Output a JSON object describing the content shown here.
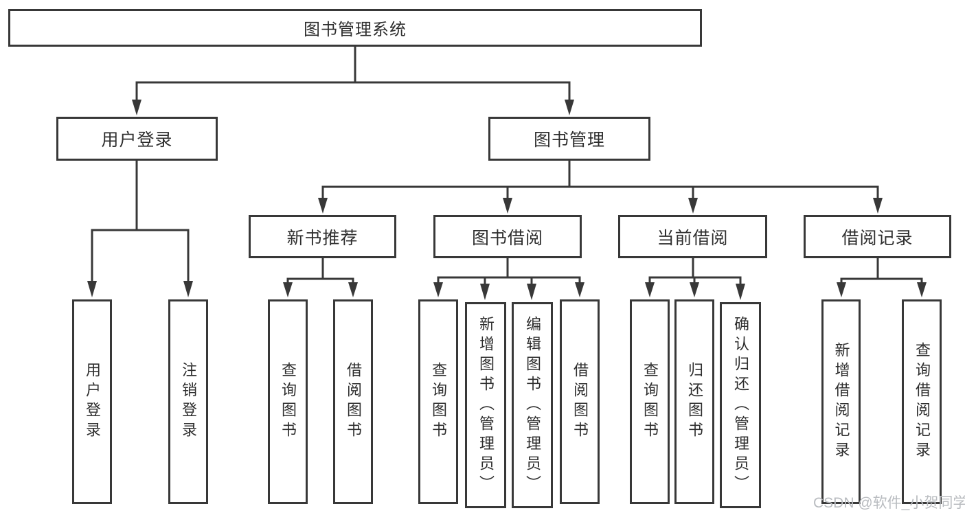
{
  "tree": {
    "label": "图书管理系统",
    "children": [
      {
        "label": "用户登录",
        "children": [
          {
            "label": "用户登录"
          },
          {
            "label": "注销登录"
          }
        ]
      },
      {
        "label": "图书管理",
        "children": [
          {
            "label": "新书推荐",
            "children": [
              {
                "label": "查询图书"
              },
              {
                "label": "借阅图书"
              }
            ]
          },
          {
            "label": "图书借阅",
            "children": [
              {
                "label": "查询图书"
              },
              {
                "label": "新增图书（管理员）"
              },
              {
                "label": "编辑图书（管理员）"
              },
              {
                "label": "借阅图书"
              }
            ]
          },
          {
            "label": "当前借阅",
            "children": [
              {
                "label": "查询图书"
              },
              {
                "label": "归还图书"
              },
              {
                "label": "确认归还（管理员）"
              }
            ]
          },
          {
            "label": "借阅记录",
            "children": [
              {
                "label": "新增借阅记录"
              },
              {
                "label": "查询借阅记录"
              }
            ]
          }
        ]
      }
    ]
  },
  "watermark": {
    "text": "CSDN @软件_小贺同学"
  },
  "colors": {
    "line": "#383838",
    "text": "#2e2e2e",
    "background": "#ffffff",
    "watermark": "#b9bcc0"
  }
}
